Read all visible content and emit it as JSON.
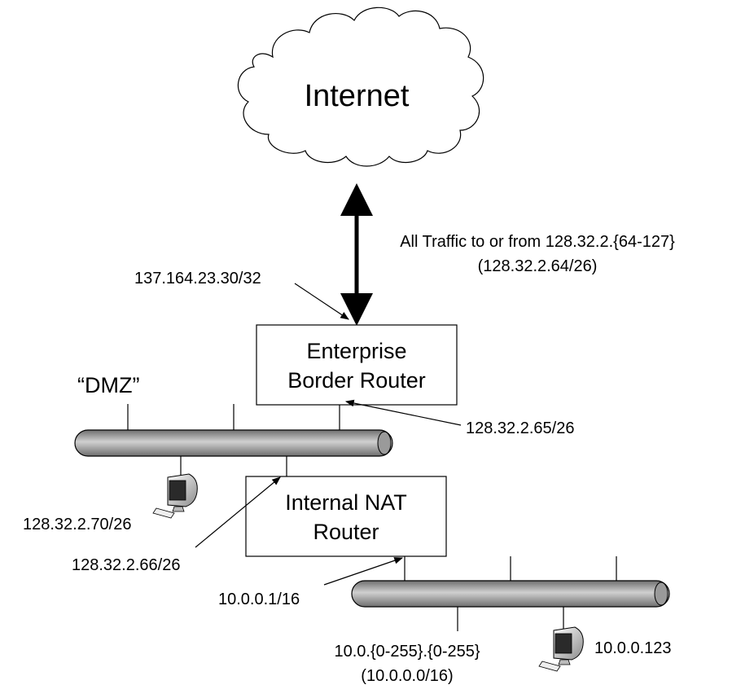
{
  "cloud": {
    "label": "Internet"
  },
  "traffic": {
    "line1": "All Traffic to or from 128.32.2.{64-127}",
    "line2": "(128.32.2.64/26)"
  },
  "border_router": {
    "line1": "Enterprise",
    "line2": "Border Router",
    "wan_ip": "137.164.23.30/32",
    "dmz_ip": "128.32.2.65/26"
  },
  "dmz": {
    "label": "“DMZ”",
    "host_ip": "128.32.2.70/26"
  },
  "nat_router": {
    "line1": "Internal NAT",
    "line2": "Router",
    "dmz_ip": "128.32.2.66/26",
    "internal_ip": "10.0.0.1/16"
  },
  "internal_net": {
    "range_line1": "10.0.{0-255}.{0-255}",
    "range_line2": "(10.0.0.0/16)",
    "host_ip": "10.0.0.123"
  },
  "colors": {
    "bus_dark": "#6e6e6e",
    "bus_light": "#c8c8c8",
    "stroke": "#000000"
  },
  "icons": [
    "cloud-icon",
    "computer-icon"
  ]
}
